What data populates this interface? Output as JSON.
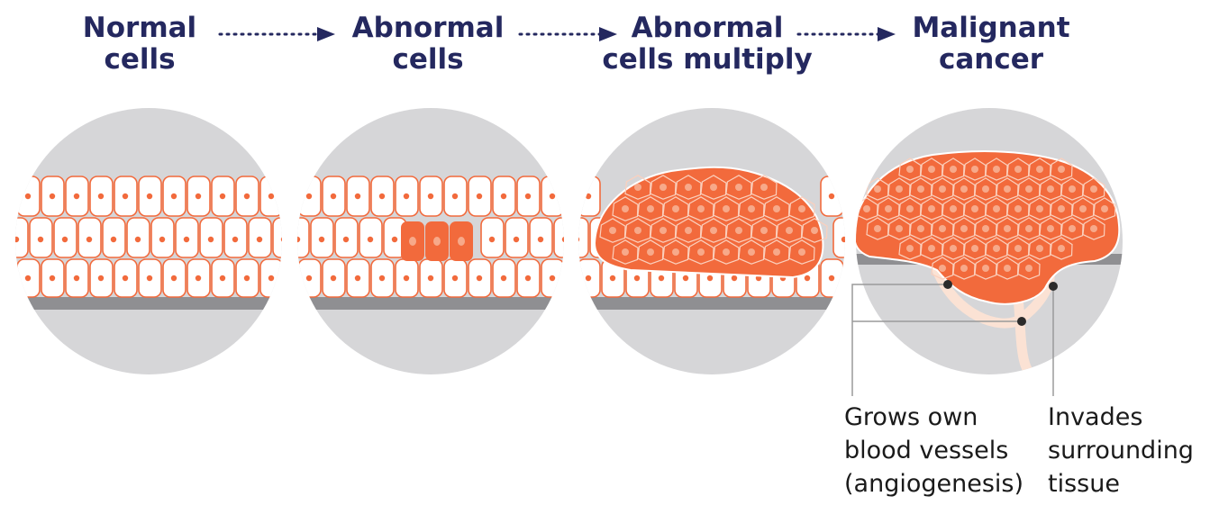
{
  "stages": [
    {
      "title": "Normal\ncells"
    },
    {
      "title": "Abnormal\ncells"
    },
    {
      "title": "Abnormal\ncells multiply"
    },
    {
      "title": "Malignant\ncancer"
    }
  ],
  "callouts": {
    "angiogenesis": "Grows own\nblood vessels\n(angiogenesis)",
    "invasion": "Invades\nsurrounding\ntissue"
  },
  "colors": {
    "title_navy": "#24285f",
    "cell_orange": "#f26a3c",
    "cell_outline": "#f26a3c",
    "circle_gray": "#d6d6d8",
    "membrane_gray": "#8f8f92",
    "vessel_pale": "#fbe2d4",
    "leader_gray": "#9a9a9a"
  },
  "icons": [
    "dotted-arrow-icon"
  ]
}
